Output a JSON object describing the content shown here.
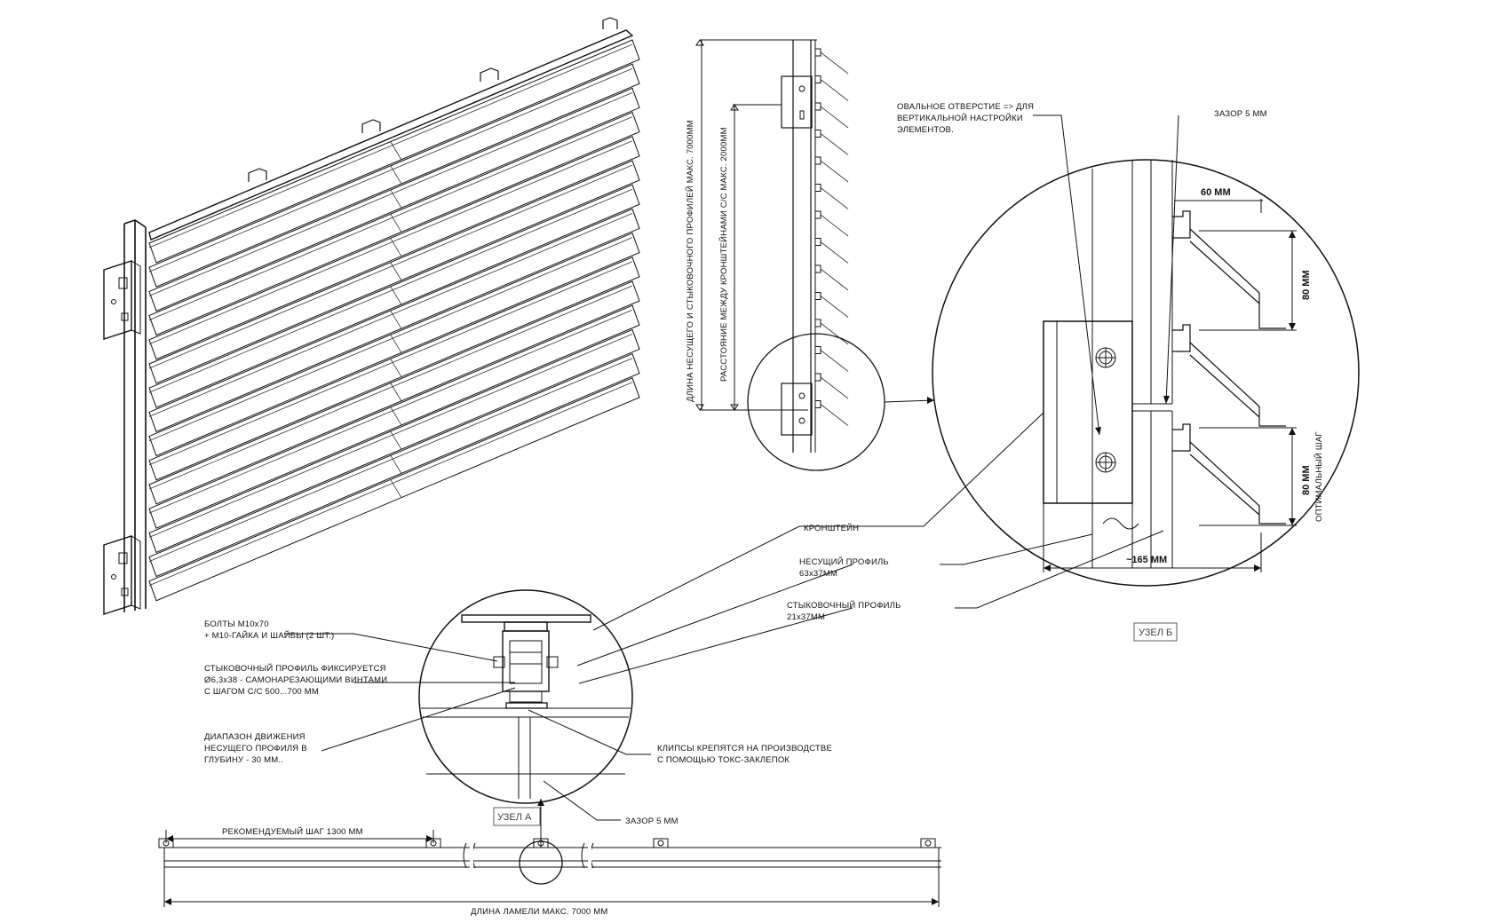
{
  "details": {
    "top_view": {
      "length_dim": "ДЛИНА НЕСУЩЕГО И СТЫКОВОЧНОГО ПРОФИЛЕЙ МАКС. 7000ММ",
      "bracket_spacing": "РАССТОЯНИЕ МЕЖДУ КРОНШТЕЙНАМИ С/С МАКС. 2000ММ"
    },
    "node_b": {
      "oval_hole": [
        "ОВАЛЬНОЕ ОТВЕРСТИЕ => ДЛЯ",
        "ВЕРТИКАЛЬНОЙ НАСТРОЙКИ",
        "ЭЛЕМЕНТОВ."
      ],
      "gap_top": "ЗАЗОР 5 ММ",
      "dim_60": "60 ММ",
      "dim_80a": "80 ММ",
      "dim_80b": "80 ММ",
      "optimal_step": "ОПТИМАЛЬНЫЙ ШАГ",
      "dim_165": "~165 ММ",
      "tag": "УЗЕЛ Б"
    },
    "callouts": {
      "bracket": "КРОНШТЕЙН",
      "carrier": "НЕСУЩИЙ ПРОФИЛЬ",
      "carrier_size": "63x37ММ",
      "joint": "СТЫКОВОЧНЫЙ ПРОФИЛЬ",
      "joint_size": "21x37ММ"
    },
    "node_a": {
      "bolts": [
        "БОЛТЫ М10х70",
        "+ М10-ГАЙКА И ШАЙБЫ (2 ШТ.)"
      ],
      "fixing": [
        "СТЫКОВОЧНЫЙ ПРОФИЛЬ ФИКСИРУЕТСЯ",
        "Ø6,3х38 - САМОНАРЕЗАЮЩИМИ ВИНТАМИ",
        "С ШАГОМ С/С 500...700 ММ"
      ],
      "range": [
        "ДИАПАЗОН ДВИЖЕНИЯ",
        "НЕСУЩЕГО ПРОФИЛЯ В",
        "ГЛУБИНУ - 30 ММ.."
      ],
      "clips": [
        "КЛИПСЫ КРЕПЯТСЯ НА ПРОИЗВОДСТВЕ",
        "С ПОМОЩЬЮ ТОКС-ЗАКЛЕПОК"
      ],
      "gap": "ЗАЗОР 5 ММ",
      "tag": "УЗЕЛ А"
    },
    "bottom": {
      "step": "РЕКОМЕНДУЕМЫЙ ШАГ 1300 ММ",
      "lamella": "ДЛИНА ЛАМЕЛИ МАКС. 7000 ММ"
    }
  }
}
